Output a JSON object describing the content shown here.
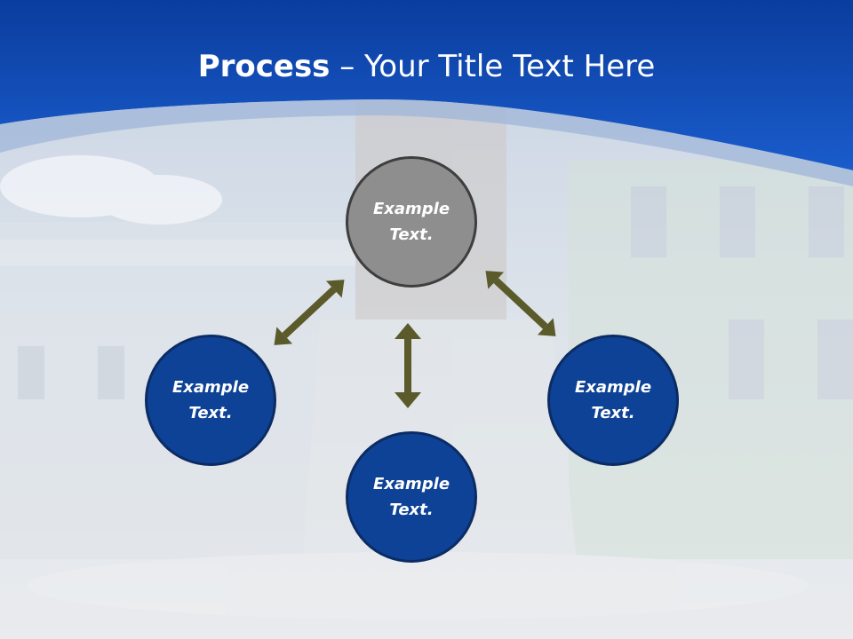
{
  "slide": {
    "title_bold": "Process",
    "title_rest": " – Your Title Text Here"
  },
  "nodes": {
    "top": "Example\nText.",
    "left": "Example\nText.",
    "right": "Example\nText.",
    "bottom": "Example\nText."
  },
  "colors": {
    "header_blue": "#0d47b3",
    "node_blue": "#0e4296",
    "node_gray": "#8e8e8e",
    "arrow_olive": "#5b5a2a"
  }
}
